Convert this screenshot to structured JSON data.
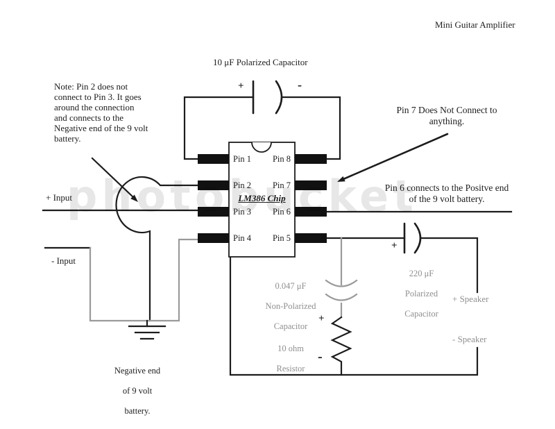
{
  "title": "Mini Guitar Amplifier",
  "watermark": "photobucket",
  "capacitor_10uf": {
    "label": "10 μF Polarized Capacitor",
    "plus": "+",
    "minus": "-"
  },
  "note_pin2": "Note: Pin 2 does not connect to Pin 3. It goes around the connection and connects to the Negative end of the 9 volt battery.",
  "pin7_note": "Pin 7 Does Not Connect to anything.",
  "pin6_note": "Pin 6 connects to the Positve end of the 9 volt battery.",
  "inputs": {
    "plus": "+ Input",
    "minus": "- Input"
  },
  "chip": {
    "name": "LM386 Chip",
    "pins_left": [
      "Pin 1",
      "Pin 2",
      "Pin 3",
      "Pin 4"
    ],
    "pins_right": [
      "Pin 8",
      "Pin 7",
      "Pin 6",
      "Pin 5"
    ]
  },
  "capacitor_047": {
    "lines": [
      "0.047 μF",
      "Non-Polarized",
      "Capacitor"
    ]
  },
  "resistor": {
    "lines": [
      "10 ohm",
      "Resistor"
    ],
    "plus": "+",
    "minus": "-"
  },
  "capacitor_220": {
    "lines": [
      "220 μF",
      "Polarized",
      "Capacitor"
    ],
    "plus": "+"
  },
  "speakers": {
    "plus": "+ Speaker",
    "minus": "- Speaker"
  },
  "battery": {
    "lines": [
      "Negative end",
      "of 9 volt",
      "battery."
    ]
  },
  "colors": {
    "ink": "#1c1c1c",
    "gray_wire": "#9a9a9a",
    "gray_text": "#8f8f8f"
  }
}
